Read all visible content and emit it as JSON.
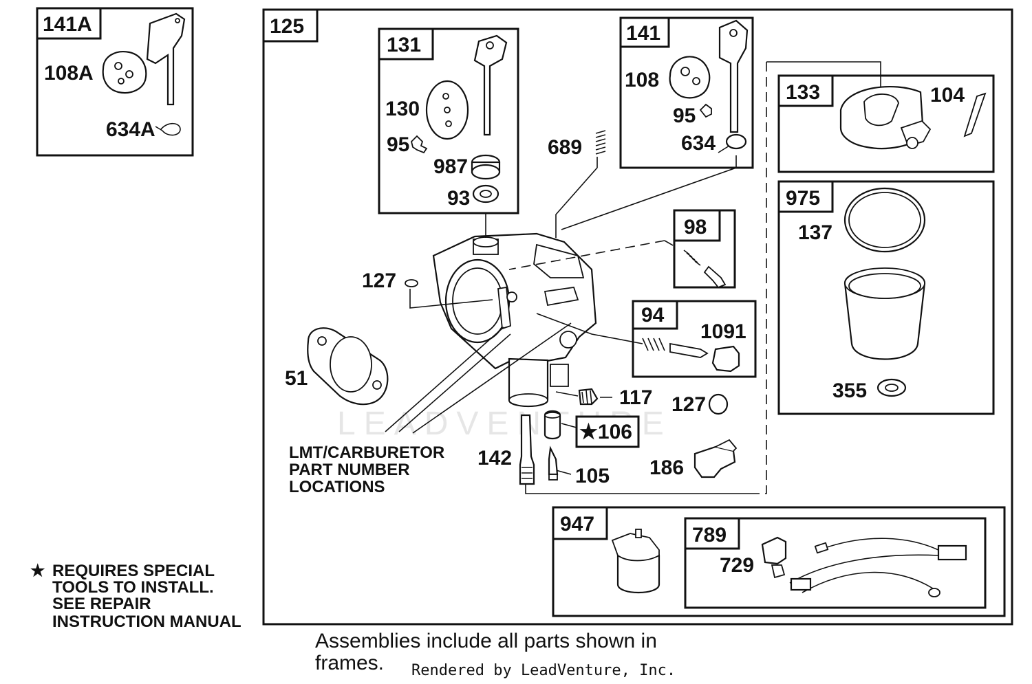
{
  "title": "",
  "frames": {
    "f141A": "141A",
    "f125": "125",
    "f131": "131",
    "f141": "141",
    "f133": "133",
    "f975": "975",
    "f98": "98",
    "f94": "94",
    "f947": "947",
    "f789": "789",
    "f106": "★106"
  },
  "labels": {
    "l108A": "108A",
    "l634A": "634A",
    "l130": "130",
    "l95a": "95",
    "l987": "987",
    "l93": "93",
    "l689": "689",
    "l108": "108",
    "l95b": "95",
    "l634": "634",
    "l104": "104",
    "l137": "137",
    "l355": "355",
    "l127a": "127",
    "l51": "51",
    "l1091": "1091",
    "l117": "117",
    "l127b": "127",
    "l142": "142",
    "l105": "105",
    "l186": "186",
    "l729": "729"
  },
  "callout": {
    "line1": "LMT/CARBURETOR",
    "line2": "PART NUMBER",
    "line3": "LOCATIONS"
  },
  "special_note": {
    "star": "★",
    "line1": "REQUIRES SPECIAL",
    "line2": "TOOLS TO INSTALL.",
    "line3": "SEE REPAIR",
    "line4": "INSTRUCTION MANUAL"
  },
  "footer": {
    "assemblies_line1": "Assemblies include all parts shown in",
    "assemblies_line2": "frames.",
    "rendered_by": "Rendered by LeadVenture, Inc."
  },
  "watermark": "LEADVENTURE"
}
